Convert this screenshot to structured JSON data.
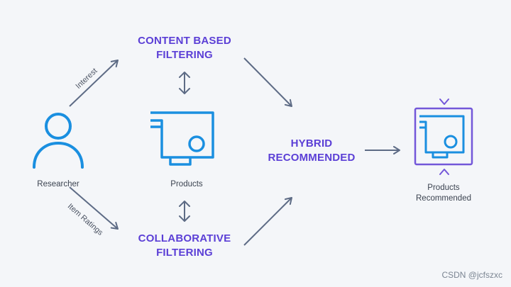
{
  "nodes": {
    "content_filtering": {
      "line1": "CONTENT BASED",
      "line2": "FILTERING"
    },
    "collaborative_filtering": {
      "line1": "COLLABORATIVE",
      "line2": "FILTERING"
    },
    "hybrid": {
      "line1": "HYBRID",
      "line2": "RECOMMENDED"
    },
    "researcher": {
      "label": "Researcher"
    },
    "products": {
      "label": "Products"
    },
    "products_recommended": {
      "line1": "Products",
      "line2": "Recommended"
    }
  },
  "edges": {
    "interest": "Interest",
    "item_ratings": "Item Ratings"
  },
  "watermark": "CSDN @jcfszxc",
  "icons": [
    "person-icon",
    "product-card-icon",
    "recommended-product-icon",
    "arrow-icon",
    "double-arrow-icon"
  ],
  "colors": {
    "accent_purple": "#5b3fd6",
    "icon_blue": "#1a8fe0",
    "arrow_gray": "#5d6b85",
    "frame_purple": "#7357d9",
    "background": "#f4f6f9"
  }
}
